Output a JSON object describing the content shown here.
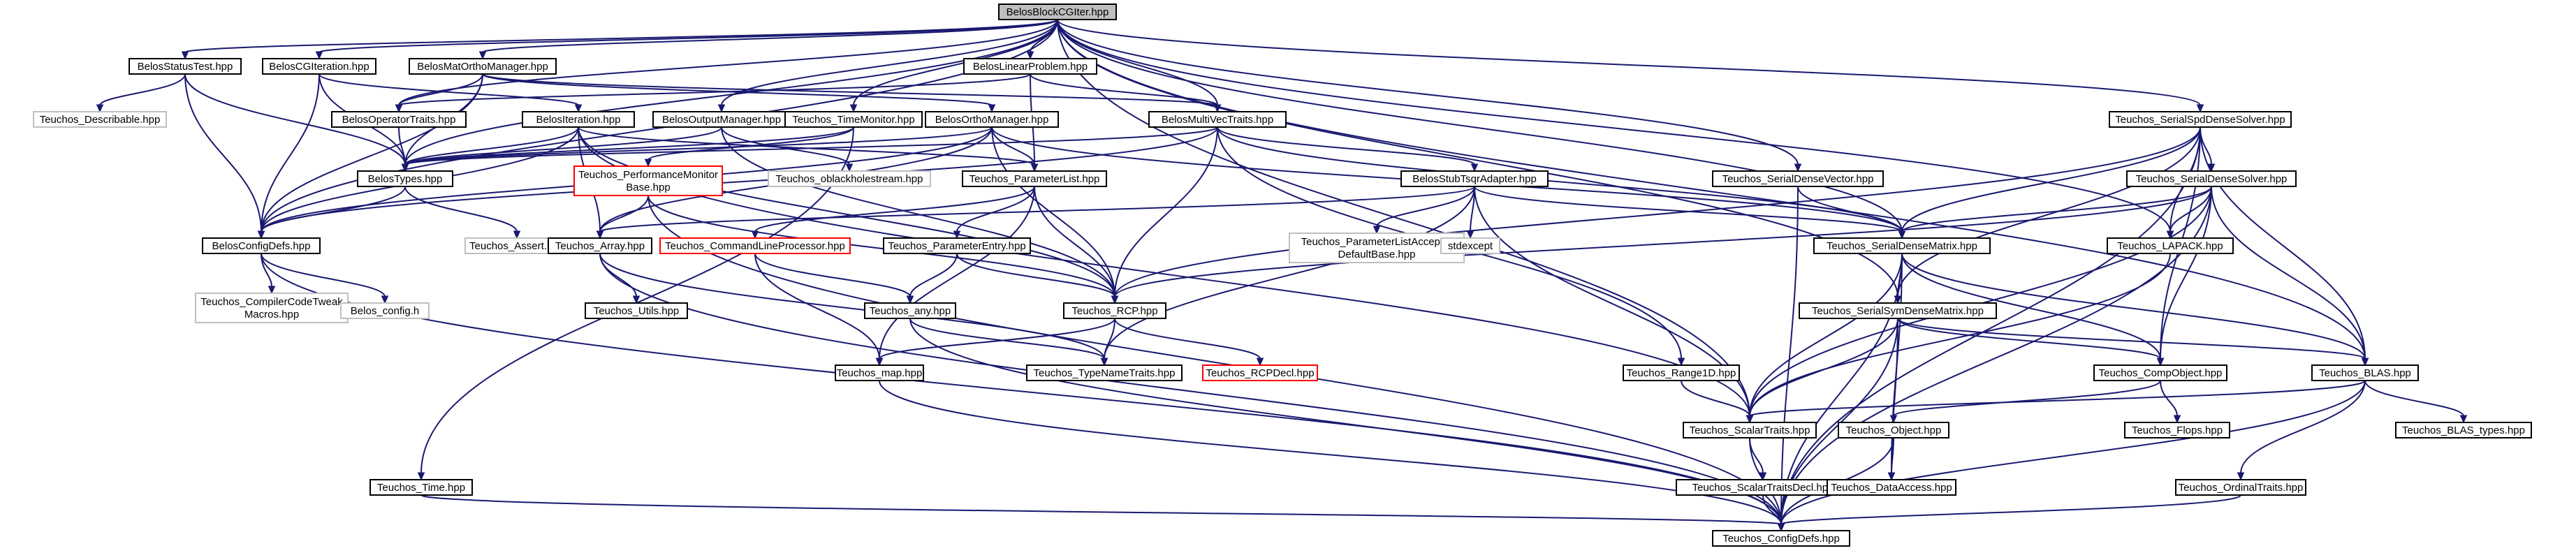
{
  "diagram": {
    "nodes": [
      {
        "id": "root",
        "lines": [
          "BelosBlockCGIter.hpp"
        ],
        "kind": "root"
      },
      {
        "id": "status",
        "lines": [
          "BelosStatusTest.hpp"
        ]
      },
      {
        "id": "cgiter",
        "lines": [
          "BelosCGIteration.hpp"
        ]
      },
      {
        "id": "matortho",
        "lines": [
          "BelosMatOrthoManager.hpp"
        ]
      },
      {
        "id": "linprob",
        "lines": [
          "BelosLinearProblem.hpp"
        ]
      },
      {
        "id": "describ",
        "lines": [
          "Teuchos_Describable.hpp"
        ],
        "kind": "missing"
      },
      {
        "id": "opertraits",
        "lines": [
          "BelosOperatorTraits.hpp"
        ]
      },
      {
        "id": "iteration",
        "lines": [
          "BelosIteration.hpp"
        ]
      },
      {
        "id": "outmgr",
        "lines": [
          "BelosOutputManager.hpp"
        ]
      },
      {
        "id": "timemon",
        "lines": [
          "Teuchos_TimeMonitor.hpp"
        ]
      },
      {
        "id": "orthomgr",
        "lines": [
          "BelosOrthoManager.hpp"
        ]
      },
      {
        "id": "mvtraits",
        "lines": [
          "BelosMultiVecTraits.hpp"
        ]
      },
      {
        "id": "types",
        "lines": [
          "BelosTypes.hpp"
        ]
      },
      {
        "id": "perfmon",
        "lines": [
          "Teuchos_PerformanceMonitor",
          "Base.hpp"
        ],
        "kind": "red"
      },
      {
        "id": "oblack",
        "lines": [
          "Teuchos_oblackholestream.hpp"
        ],
        "kind": "missing"
      },
      {
        "id": "paramlist",
        "lines": [
          "Teuchos_ParameterList.hpp"
        ]
      },
      {
        "id": "stubtsqr",
        "lines": [
          "BelosStubTsqrAdapter.hpp"
        ]
      },
      {
        "id": "serdvec",
        "lines": [
          "Teuchos_SerialDenseVector.hpp"
        ]
      },
      {
        "id": "spdsolver",
        "lines": [
          "Teuchos_SerialSpdDenseSolver.hpp"
        ]
      },
      {
        "id": "densesolver",
        "lines": [
          "Teuchos_SerialDenseSolver.hpp"
        ]
      },
      {
        "id": "configdefs",
        "lines": [
          "BelosConfigDefs.hpp"
        ]
      },
      {
        "id": "assert",
        "lines": [
          "Teuchos_Assert.hpp"
        ],
        "kind": "missing"
      },
      {
        "id": "array",
        "lines": [
          "Teuchos_Array.hpp"
        ]
      },
      {
        "id": "cmdline",
        "lines": [
          "Teuchos_CommandLineProcessor.hpp"
        ],
        "kind": "red"
      },
      {
        "id": "paramentry",
        "lines": [
          "Teuchos_ParameterEntry.hpp"
        ]
      },
      {
        "id": "placcept",
        "lines": [
          "Teuchos_ParameterListAcceptor",
          "DefaultBase.hpp"
        ],
        "kind": "missing"
      },
      {
        "id": "stdexcept",
        "lines": [
          "stdexcept"
        ],
        "kind": "missing"
      },
      {
        "id": "serdmat",
        "lines": [
          "Teuchos_SerialDenseMatrix.hpp"
        ]
      },
      {
        "id": "lapack",
        "lines": [
          "Teuchos_LAPACK.hpp"
        ]
      },
      {
        "id": "compiler",
        "lines": [
          "Teuchos_CompilerCodeTweak",
          "Macros.hpp"
        ],
        "kind": "missing"
      },
      {
        "id": "belosconfig",
        "lines": [
          "Belos_config.h"
        ],
        "kind": "missing"
      },
      {
        "id": "utils",
        "lines": [
          "Teuchos_Utils.hpp"
        ]
      },
      {
        "id": "any",
        "lines": [
          "Teuchos_any.hpp"
        ]
      },
      {
        "id": "rcp",
        "lines": [
          "Teuchos_RCP.hpp"
        ]
      },
      {
        "id": "symmat",
        "lines": [
          "Teuchos_SerialSymDenseMatrix.hpp"
        ]
      },
      {
        "id": "map",
        "lines": [
          "Teuchos_map.hpp"
        ]
      },
      {
        "id": "typename",
        "lines": [
          "Teuchos_TypeNameTraits.hpp"
        ]
      },
      {
        "id": "rcpdecl",
        "lines": [
          "Teuchos_RCPDecl.hpp"
        ],
        "kind": "red"
      },
      {
        "id": "range1d",
        "lines": [
          "Teuchos_Range1D.hpp"
        ]
      },
      {
        "id": "compobj",
        "lines": [
          "Teuchos_CompObject.hpp"
        ]
      },
      {
        "id": "blas",
        "lines": [
          "Teuchos_BLAS.hpp"
        ]
      },
      {
        "id": "scalar",
        "lines": [
          "Teuchos_ScalarTraits.hpp"
        ]
      },
      {
        "id": "object",
        "lines": [
          "Teuchos_Object.hpp"
        ]
      },
      {
        "id": "flops",
        "lines": [
          "Teuchos_Flops.hpp"
        ]
      },
      {
        "id": "blastypes",
        "lines": [
          "Teuchos_BLAS_types.hpp"
        ]
      },
      {
        "id": "time",
        "lines": [
          "Teuchos_Time.hpp"
        ]
      },
      {
        "id": "scalardecl",
        "lines": [
          "Teuchos_ScalarTraitsDecl.hpp"
        ]
      },
      {
        "id": "dataaccess",
        "lines": [
          "Teuchos_DataAccess.hpp"
        ]
      },
      {
        "id": "ordinal",
        "lines": [
          "Teuchos_OrdinalTraits.hpp"
        ]
      },
      {
        "id": "teuchosconfig",
        "lines": [
          "Teuchos_ConfigDefs.hpp"
        ]
      }
    ],
    "edges": [
      [
        "root",
        "status"
      ],
      [
        "root",
        "cgiter"
      ],
      [
        "root",
        "matortho"
      ],
      [
        "root",
        "linprob"
      ],
      [
        "root",
        "timemon"
      ],
      [
        "root",
        "mvtraits"
      ],
      [
        "root",
        "outmgr"
      ],
      [
        "root",
        "opertraits"
      ],
      [
        "root",
        "types"
      ],
      [
        "root",
        "configdefs"
      ],
      [
        "root",
        "serdvec"
      ],
      [
        "root",
        "serdmat"
      ],
      [
        "root",
        "symmat"
      ],
      [
        "root",
        "lapack"
      ],
      [
        "root",
        "blas"
      ],
      [
        "root",
        "spdsolver"
      ],
      [
        "root",
        "scalar"
      ],
      [
        "status",
        "describ"
      ],
      [
        "status",
        "types"
      ],
      [
        "status",
        "configdefs"
      ],
      [
        "cgiter",
        "types"
      ],
      [
        "cgiter",
        "configdefs"
      ],
      [
        "cgiter",
        "iteration"
      ],
      [
        "matortho",
        "opertraits"
      ],
      [
        "matortho",
        "types"
      ],
      [
        "matortho",
        "configdefs"
      ],
      [
        "matortho",
        "orthomgr"
      ],
      [
        "matortho",
        "mvtraits"
      ],
      [
        "linprob",
        "opertraits"
      ],
      [
        "linprob",
        "mvtraits"
      ],
      [
        "linprob",
        "paramlist"
      ],
      [
        "opertraits",
        "types"
      ],
      [
        "iteration",
        "types"
      ],
      [
        "iteration",
        "configdefs"
      ],
      [
        "iteration",
        "array"
      ],
      [
        "iteration",
        "paramlist"
      ],
      [
        "iteration",
        "rcp"
      ],
      [
        "iteration",
        "scalar"
      ],
      [
        "outmgr",
        "oblack"
      ],
      [
        "outmgr",
        "types"
      ],
      [
        "outmgr",
        "rcp"
      ],
      [
        "timemon",
        "perfmon"
      ],
      [
        "timemon",
        "time"
      ],
      [
        "timemon",
        "types"
      ],
      [
        "orthomgr",
        "types"
      ],
      [
        "orthomgr",
        "configdefs"
      ],
      [
        "orthomgr",
        "array"
      ],
      [
        "orthomgr",
        "paramlist"
      ],
      [
        "orthomgr",
        "rcp"
      ],
      [
        "orthomgr",
        "serdmat"
      ],
      [
        "mvtraits",
        "types"
      ],
      [
        "mvtraits",
        "configdefs"
      ],
      [
        "mvtraits",
        "rcp"
      ],
      [
        "mvtraits",
        "serdmat"
      ],
      [
        "mvtraits",
        "stubtsqr"
      ],
      [
        "mvtraits",
        "range1d"
      ],
      [
        "types",
        "configdefs"
      ],
      [
        "types",
        "assert"
      ],
      [
        "perfmon",
        "array"
      ],
      [
        "perfmon",
        "rcp"
      ],
      [
        "perfmon",
        "teuchosconfig"
      ],
      [
        "paramlist",
        "paramentry"
      ],
      [
        "paramlist",
        "cmdline"
      ],
      [
        "paramlist",
        "map"
      ],
      [
        "paramlist",
        "rcp"
      ],
      [
        "stubtsqr",
        "placcept"
      ],
      [
        "stubtsqr",
        "stdexcept"
      ],
      [
        "stubtsqr",
        "serdmat"
      ],
      [
        "stubtsqr",
        "array"
      ],
      [
        "stubtsqr",
        "typename"
      ],
      [
        "stubtsqr",
        "scalar"
      ],
      [
        "serdvec",
        "serdmat"
      ],
      [
        "serdvec",
        "teuchosconfig"
      ],
      [
        "spdsolver",
        "densesolver"
      ],
      [
        "spdsolver",
        "serdmat"
      ],
      [
        "spdsolver",
        "symmat"
      ],
      [
        "spdsolver",
        "lapack"
      ],
      [
        "spdsolver",
        "blas"
      ],
      [
        "spdsolver",
        "compobj"
      ],
      [
        "spdsolver",
        "rcp"
      ],
      [
        "spdsolver",
        "teuchosconfig"
      ],
      [
        "densesolver",
        "serdmat"
      ],
      [
        "densesolver",
        "lapack"
      ],
      [
        "densesolver",
        "blas"
      ],
      [
        "densesolver",
        "compobj"
      ],
      [
        "densesolver",
        "rcp"
      ],
      [
        "densesolver",
        "scalar"
      ],
      [
        "densesolver",
        "teuchosconfig"
      ],
      [
        "configdefs",
        "compiler"
      ],
      [
        "configdefs",
        "belosconfig"
      ],
      [
        "configdefs",
        "teuchosconfig"
      ],
      [
        "array",
        "utils"
      ],
      [
        "array",
        "typename"
      ],
      [
        "array",
        "teuchosconfig"
      ],
      [
        "cmdline",
        "any"
      ],
      [
        "cmdline",
        "map"
      ],
      [
        "paramentry",
        "any"
      ],
      [
        "paramentry",
        "rcp"
      ],
      [
        "serdmat",
        "symmat"
      ],
      [
        "serdmat",
        "compobj"
      ],
      [
        "serdmat",
        "blas"
      ],
      [
        "serdmat",
        "scalar"
      ],
      [
        "serdmat",
        "dataaccess"
      ],
      [
        "serdmat",
        "teuchosconfig"
      ],
      [
        "lapack",
        "scalar"
      ],
      [
        "any",
        "typename"
      ],
      [
        "any",
        "teuchosconfig"
      ],
      [
        "rcp",
        "map"
      ],
      [
        "rcp",
        "typename"
      ],
      [
        "rcp",
        "rcpdecl"
      ],
      [
        "symmat",
        "compobj"
      ],
      [
        "symmat",
        "blas"
      ],
      [
        "symmat",
        "scalar"
      ],
      [
        "symmat",
        "dataaccess"
      ],
      [
        "symmat",
        "teuchosconfig"
      ],
      [
        "map",
        "teuchosconfig"
      ],
      [
        "range1d",
        "scalar"
      ],
      [
        "compobj",
        "object"
      ],
      [
        "compobj",
        "flops"
      ],
      [
        "blas",
        "scalar"
      ],
      [
        "blas",
        "blastypes"
      ],
      [
        "blas",
        "ordinal"
      ],
      [
        "blas",
        "teuchosconfig"
      ],
      [
        "scalar",
        "scalardecl"
      ],
      [
        "scalar",
        "teuchosconfig"
      ],
      [
        "object",
        "dataaccess"
      ],
      [
        "object",
        "teuchosconfig"
      ],
      [
        "scalardecl",
        "teuchosconfig"
      ],
      [
        "ordinal",
        "teuchosconfig"
      ],
      [
        "time",
        "teuchosconfig"
      ]
    ]
  }
}
